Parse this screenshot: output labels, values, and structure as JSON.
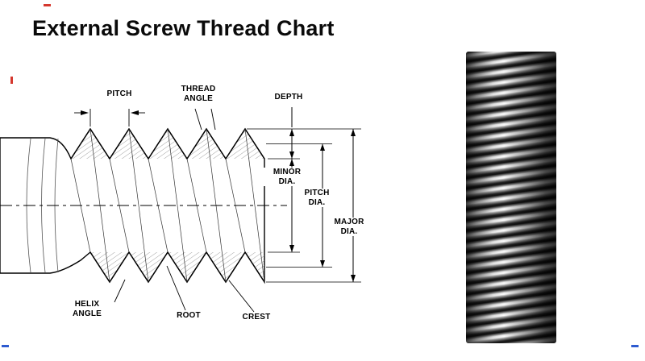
{
  "title": "External Screw Thread Chart",
  "diagram": {
    "labels": {
      "pitch": "PITCH",
      "thread_angle": "THREAD\nANGLE",
      "depth": "DEPTH",
      "minor_dia": "MINOR\nDIA.",
      "pitch_dia": "PITCH\nDIA.",
      "major_dia": "MAJOR\nDIA.",
      "helix_angle": "HELIX\nANGLE",
      "root": "ROOT",
      "crest": "CREST"
    }
  },
  "colors": {
    "background": "#ffffff",
    "line": "#000000",
    "title": "#0a0a0a",
    "artifact_red": "#d5382e",
    "artifact_blue": "#2d5bd0"
  }
}
